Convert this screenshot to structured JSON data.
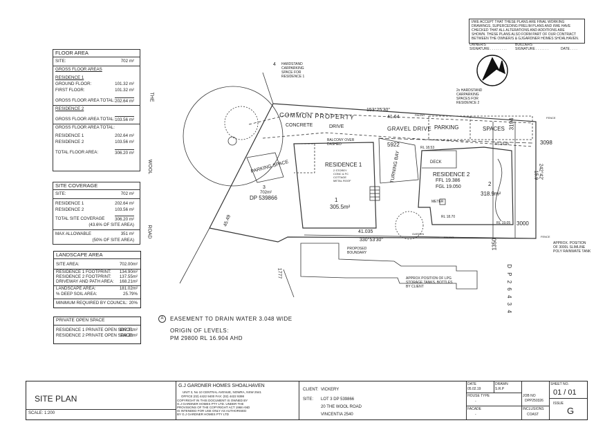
{
  "acceptance": {
    "text_lines": [
      "I/WE ACCEPT THAT THESE PLANS ARE FINAL WORKING",
      "DRAWINGS, SUPERCEDING PRELIM PLANS AND I/WE HAVE",
      "CHECKED THAT ALL ALTERATIONS AND ADDITIONS ARE",
      "SHOWN. THESE PLANS ALSO FORM PART OF OUR CONTRACT",
      "BETWEEN THE OWNER/S & GJGARDNER HOMES SHOALHAVEN."
    ],
    "owners_label": "OWNER/S",
    "signature_label": "SIGNATURE",
    "builders_label": "BUILDERS",
    "date_label": "DATE"
  },
  "floor_area": {
    "title": "FLOOR AREA",
    "site_label": "SITE:",
    "site_value": "702 m²",
    "gross_heading": "GROSS FLOOR AREAS",
    "res1_heading": "RESIDENCE 1",
    "ground_label": "GROUND FLOOR:",
    "ground_value": "101.32 m²",
    "first_label": "FIRST FLOOR:",
    "first_value": "101.32 m²",
    "gross_total1_label": "GROSS FLOOR AREA TOTAL:",
    "gross_total1_value": "202.64 m²",
    "res2_heading": "RESIDENCE 2",
    "gross_total2_label": "GROSS FLOOR AREA TOTAL:",
    "gross_total2_value": "103.56 m²",
    "gross_total_heading": "GROSS FLOOR AREA TOTAL:",
    "r1_label": "RESIDENCE 1",
    "r1_value": "202.64 m²",
    "r2_label": "RESIDENCE 2",
    "r2_value": "103.56 m²",
    "total_label": "TOTAL FLOOR AREA:",
    "total_value": "306.20 m²"
  },
  "site_coverage": {
    "title": "SITE COVERAGE",
    "site_label": "SITE:",
    "site_value": "702 m²",
    "r1_label": "RESIDENCE 1",
    "r1_value": "202.64 m²",
    "r2_label": "RESIDENCE 2",
    "r2_value": "103.56 m²",
    "total_label": "TOTAL SITE COVERAGE",
    "total_value": "306.20 m²",
    "total_pct": "(43.6% OF SITE AREA)",
    "max_label": "MAX ALLOWABLE",
    "max_value": "351 m²",
    "max_pct": "(50% OF SITE AREA)"
  },
  "landscape": {
    "title": "LANDSCAPE AREA",
    "rows": [
      {
        "label": "SITE AREA:",
        "value": "702.00m²"
      },
      {
        "label": "RESIDENCE 1 FOOTPRINT:",
        "value": "134.90m²"
      },
      {
        "label": "RESIDENCE 2 FOOTPRINT:",
        "value": "137.55m²"
      },
      {
        "label": "DRIVEWAY AND PATH AREA:",
        "value": "168.21m²"
      },
      {
        "label": "LANDSCAPE AREA:",
        "value": "181.02m²"
      },
      {
        "label": "% DEEP SOIL AREA:",
        "value": "25.79%"
      },
      {
        "label": "MINIMUM REQUIRED BY COUNCIL:",
        "value": "20%"
      }
    ]
  },
  "private_open": {
    "title": "PRIVATE OPEN SPACE",
    "r1_label": "RESIDENCE 1 PRIVATE OPEN SPACE:",
    "r1_value": "137.71m²",
    "r2_label": "RESIDENCE 2 PRIVATE OPEN SPACE:",
    "r2_value": "118.28m²"
  },
  "notes": {
    "easement_marker": "A",
    "easement": "EASEMENT TO DRAIN WATER 3.048 WIDE",
    "origin1": "ORIGIN OF LEVELS:",
    "origin2": "PM 29800 RL 16.904 AHD"
  },
  "plan": {
    "road_text_1": "THE",
    "road_text_2": "WOOL",
    "road_text_3": "ROAD",
    "common_property": "COMMON PROPERTY",
    "concrete": "CONCRETE",
    "drive": "DRIVE",
    "gravel_drive": "GRAVEL DRIVE",
    "parking": "PARKING",
    "spaces": "SPACES",
    "parking_space": "PARKING SPACE",
    "hardstand_1": "HARDSTAND CARPARKING SPACE FOR RESIDENCE 1",
    "hardstand_2": "2x HARDSTAND CARPARKING SPACES FOR RESIDENCE 2",
    "balcony": "BALCONY OVER DASHED",
    "residence1": "RESIDENCE 1",
    "residence1_sub": "2 STOREY CONC & FC COTTAGE METAL ROOF",
    "residence2": "RESIDENCE 2",
    "ffl": "FFL 19.386",
    "fgl": "FGL 19.050",
    "deck": "DECK",
    "meter": "METER",
    "rl_1853": "RL 18.53",
    "rl_1905a": "RL 19.05",
    "rl_1870": "RL 18.70",
    "rl_1905b": "RL 19.05",
    "turning_bay": "TURNING BAY",
    "num_5922": "5922",
    "num_3194": "3194",
    "num_3098": "3098",
    "num_3000": "3000",
    "num_1350": "1350",
    "dim_153": "153°25'30\"",
    "dim_4164": "41.64",
    "dim_41035": "41.035",
    "dim_330": "330°53'30\"",
    "dim_242": "242°42'",
    "dim_159": "15.9",
    "dim_4549": "45.49",
    "lot_3": "3",
    "lot_area": "702m²",
    "dp_539866": "DP 539866",
    "lot_1": "1",
    "lot_1_area": "305.5m²",
    "lot_2": "2",
    "lot_2_area": "318.9m²",
    "dp_26434": "D P  2 6 4 3 4",
    "num_1777": "1777",
    "num_4": "4",
    "proposed_boundary": "PROPOSED BOUNDARY",
    "lpg_note": "APPROX POSITION OF LPG STORAGE TANKS, BOTTLES BY CLIENT",
    "tank_note": "APPROX. POSITION OF 3000L SLIMLINE POLY RAINWATE TANK",
    "fence": "FENCE",
    "paling": "PALING",
    "garden": "GARDEN"
  },
  "title_block": {
    "title": "SITE PLAN",
    "scale": "SCALE: 1:200",
    "company": "G.J GARDNER HOMES SHOALHAVEN",
    "address": "UNIT 3, No 10 CENTRAL AVENUE, NOWRA, NSW 2541",
    "contact": "OFFICE (02) 4422 9400       FAX: (02) 4422 9398",
    "copyright": [
      "COPYRIGHT IN THIS DOCUMENT IS OWNED BY",
      "G.J GARDNER HOMES PTY LTD. UNDER THE",
      "PROVISIONS OF THE COPYRIGHT ACT 1968 AND",
      "IS INTENDED FOR USE ONLY AS AUTHORISED",
      "BY G.J GARDNER HOMES PTY LTD"
    ],
    "client_label": "CLIENT:",
    "client_value": "VICKERY",
    "site_label": "SITE:",
    "site_line1": "LOT 3 DP 539866",
    "site_line2": "20 THE WOOL ROAD",
    "site_line3": "VINCENTIA 2540",
    "date_label": "DATE",
    "date_value": "05.02.19",
    "drawn_label": "DRAWN",
    "drawn_value": "S.R.P",
    "house_type_label": "HOUSE TYPE",
    "house_type_value": "-",
    "job_no_label": "JOB NO",
    "job_no_value": "DPP250326",
    "facade_label": "FACADE",
    "facade_value": "-",
    "inclusions_label": "INCLUSIONS",
    "inclusions_value": "COAST",
    "sheet_label": "SHEET NO.",
    "sheet_value": "01 / 01",
    "issue_label": "ISSUE",
    "issue_value": "G"
  }
}
